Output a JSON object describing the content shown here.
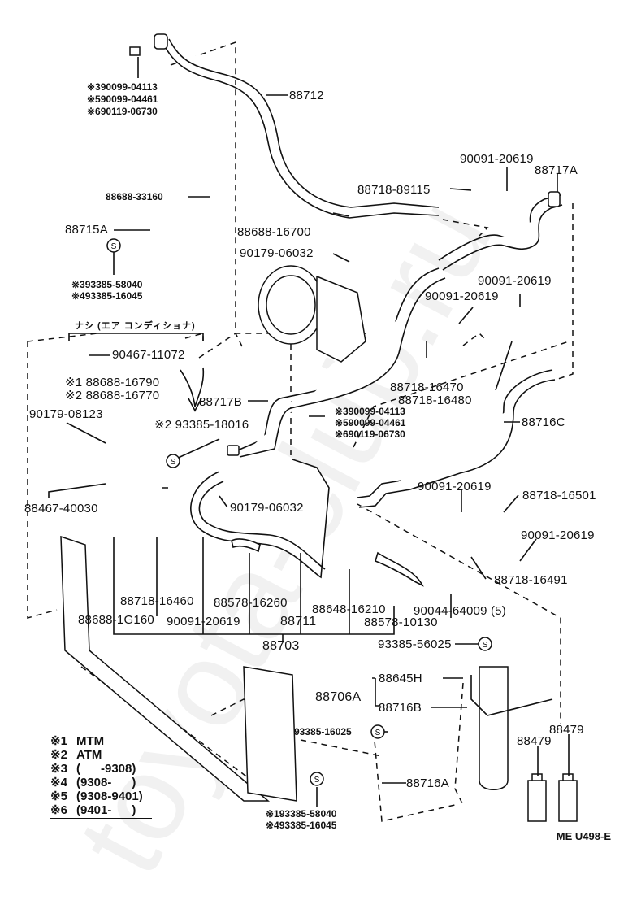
{
  "diagram": {
    "title": "Air conditioner piping (Toyota parts catalog illustration)",
    "figure_code": "ME U498-E",
    "watermark": "toyota-club.ru",
    "note_japanese": "ナシ (エア コンディショナ)",
    "labels": {
      "p88712": "88712",
      "bolt_top_1": "※390099-04113",
      "bolt_top_2": "※590099-04461",
      "bolt_top_3": "※690119-06730",
      "p88688_33160": "88688-33160",
      "p88715A": "88715A",
      "seal_1": "※393385-58040",
      "seal_2": "※493385-16045",
      "p88688_16700": "88688-16700",
      "p90179_06032_top": "90179-06032",
      "p88718_89115": "88718-89115",
      "p90091_20619_a": "90091-20619",
      "p88717A": "88717A",
      "p90091_20619_b": "90091-20619",
      "p90091_20619_c": "90091-20619",
      "p90467_11072": "90467-11072",
      "p88718_16470": "88718-16470",
      "p88718_16480": "88718-16480",
      "m1_88688_16790": "※1 88688-16790",
      "m2_88688_16770": "※2 88688-16770",
      "p88717B": "88717B",
      "p90179_08123": "90179-08123",
      "m2_93385_18016": "※2 93385-18016",
      "bolt_mid_1": "※390099-04113",
      "bolt_mid_2": "※590099-04461",
      "bolt_mid_3": "※690119-06730",
      "p88716C": "88716C",
      "p88467_40030": "88467-40030",
      "p90179_06032_mid": "90179-06032",
      "p90091_20619_d": "90091-20619",
      "p88718_16501": "88718-16501",
      "p90091_20619_e": "90091-20619",
      "p88718_16491": "88718-16491",
      "p88718_16460": "88718-16460",
      "p88578_16260": "88578-16260",
      "p88648_16210": "88648-16210",
      "p90044_64009": "90044-64009 (5)",
      "p88688_1G160": "88688-1G160",
      "p90091_20619_f": "90091-20619",
      "p88711": "88711",
      "p88578_10130": "88578-10130",
      "p93385_56025": "93385-56025",
      "p88703": "88703",
      "p88706A": "88706A",
      "p88645H": "88645H",
      "p88716B": "88716B",
      "p93385_16025": "93385-16025",
      "p88716A": "88716A",
      "seal_bot_1": "※193385-58040",
      "seal_bot_2": "※493385-16045",
      "p88479_a": "88479",
      "p88479_b": "88479"
    },
    "legend": [
      {
        "mark": "※1",
        "text": "MTM"
      },
      {
        "mark": "※2",
        "text": "ATM"
      },
      {
        "mark": "※3",
        "text": "(      -9308)"
      },
      {
        "mark": "※4",
        "text": "(9308-      )"
      },
      {
        "mark": "※5",
        "text": "(9308-9401)"
      },
      {
        "mark": "※6",
        "text": "(9401-      )"
      }
    ],
    "seal_symbol": "S"
  }
}
